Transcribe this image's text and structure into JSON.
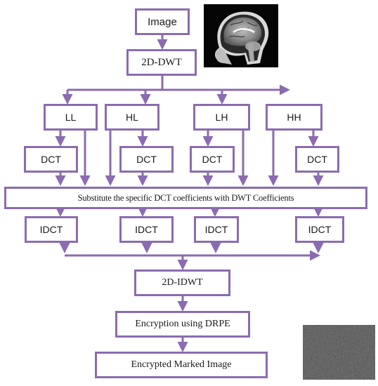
{
  "colors": {
    "box_border": "#8b6bb1",
    "arrow": "#8b6bb1",
    "text": "#1a1a1a"
  },
  "nodes": {
    "image": "Image",
    "dwt": "2D-DWT",
    "ll": "LL",
    "hl": "HL",
    "lh": "LH",
    "hh": "HH",
    "dct_1": "DCT",
    "dct_2": "DCT",
    "dct_3": "DCT",
    "dct_4": "DCT",
    "substitute": "Substitute the specific DCT coefficients with DWT Coefficients",
    "idct_1": "IDCT",
    "idct_2": "IDCT",
    "idct_3": "IDCT",
    "idct_4": "IDCT",
    "idwt": "2D-IDWT",
    "encryption": "Encryption using DRPE",
    "output": "Encrypted Marked Image"
  }
}
